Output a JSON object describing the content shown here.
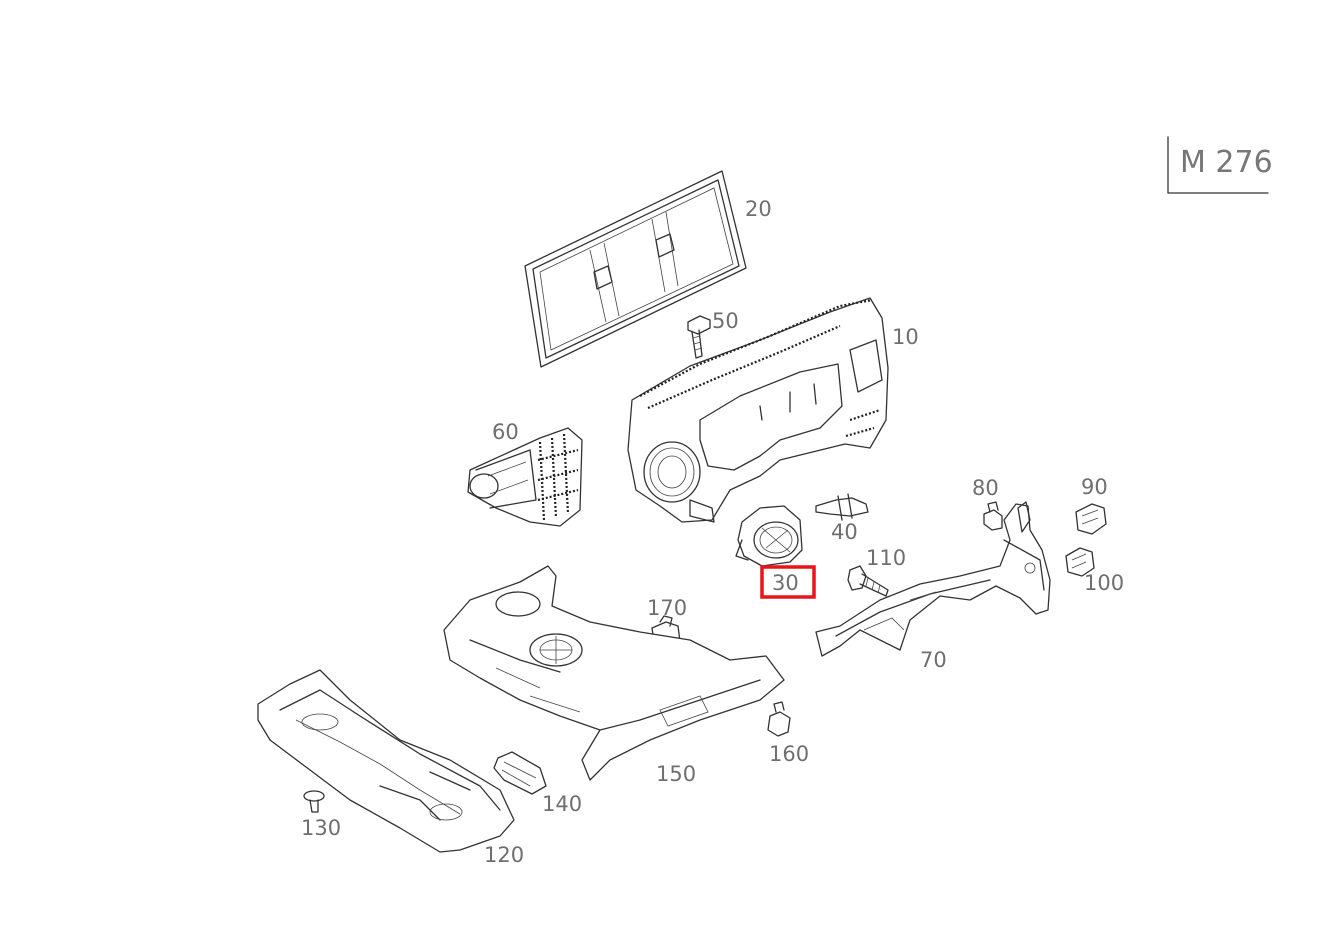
{
  "engine_code": "M 276",
  "highlighted_part": "30",
  "parts": [
    {
      "id": "p10",
      "label": "10",
      "icon": "intake-manifold-housing"
    },
    {
      "id": "p20",
      "label": "20",
      "icon": "air-filter-element"
    },
    {
      "id": "p30",
      "label": "30",
      "icon": "throttle-connector"
    },
    {
      "id": "p40",
      "label": "40",
      "icon": "clip"
    },
    {
      "id": "p50",
      "label": "50",
      "icon": "bolt"
    },
    {
      "id": "p60",
      "label": "60",
      "icon": "air-intake-duct"
    },
    {
      "id": "p70",
      "label": "70",
      "icon": "bracket"
    },
    {
      "id": "p80",
      "label": "80",
      "icon": "clip"
    },
    {
      "id": "p90",
      "label": "90",
      "icon": "mount"
    },
    {
      "id": "p100",
      "label": "100",
      "icon": "mount"
    },
    {
      "id": "p110",
      "label": "110",
      "icon": "bolt"
    },
    {
      "id": "p120",
      "label": "120",
      "icon": "lower-cover"
    },
    {
      "id": "p130",
      "label": "130",
      "icon": "rivet"
    },
    {
      "id": "p140",
      "label": "140",
      "icon": "grommet"
    },
    {
      "id": "p150",
      "label": "150",
      "icon": "engine-cover"
    },
    {
      "id": "p160",
      "label": "160",
      "icon": "clip"
    },
    {
      "id": "p170",
      "label": "170",
      "icon": "clip"
    }
  ],
  "highlight_color": "#e8141c"
}
